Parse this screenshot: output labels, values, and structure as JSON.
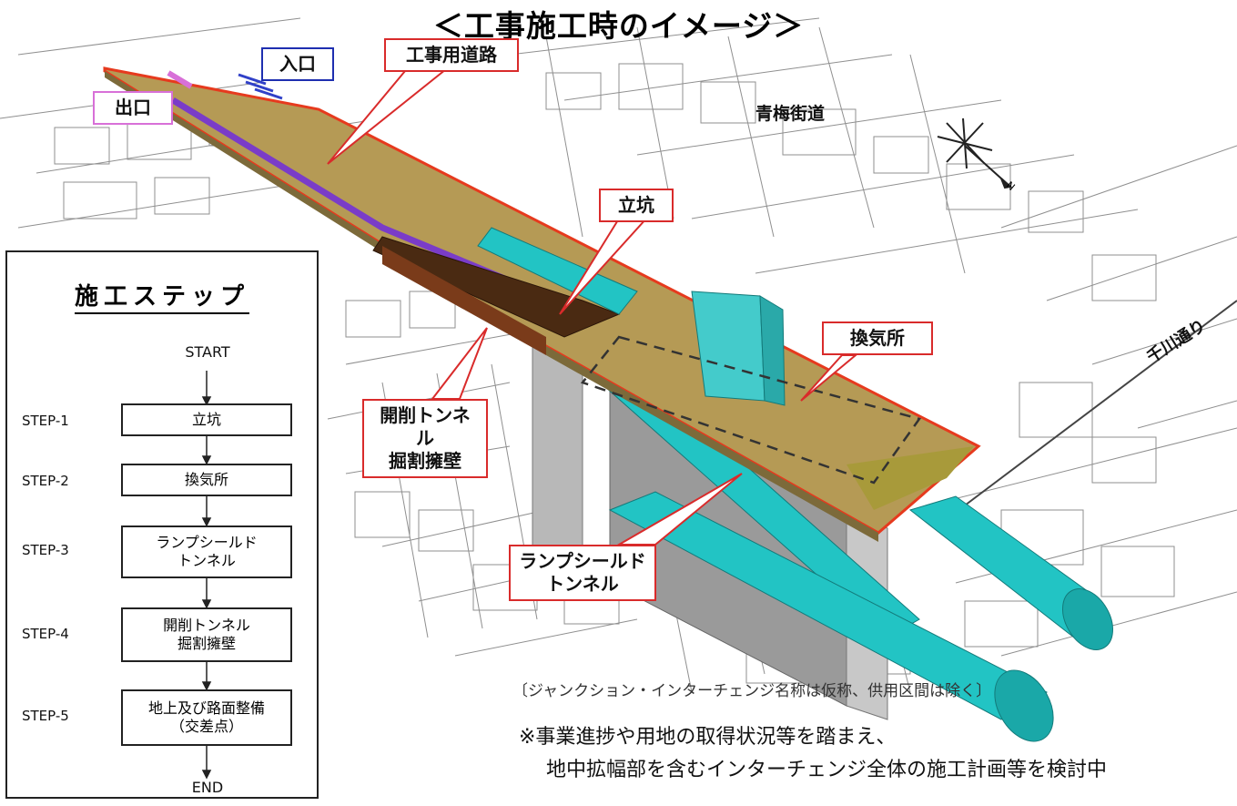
{
  "title": "＜工事施工時のイメージ＞",
  "callouts": {
    "road": "工事用道路",
    "entrance": "入口",
    "exit": "出口",
    "shaft": "立坑",
    "vent": "換気所",
    "cut": "開削トンネル\n掘割擁壁",
    "shield": "ランプシールド\nトンネル"
  },
  "street_labels": {
    "ome": "青梅街道",
    "senkawa": "千川通り"
  },
  "flow": {
    "title": "施工ステップ",
    "start": "START",
    "end": "END",
    "steps": [
      {
        "label": "STEP-1",
        "text": "立坑"
      },
      {
        "label": "STEP-2",
        "text": "換気所"
      },
      {
        "label": "STEP-3",
        "text": "ランプシールド\nトンネル"
      },
      {
        "label": "STEP-4",
        "text": "開削トンネル\n掘割擁壁"
      },
      {
        "label": "STEP-5",
        "text": "地上及び路面整備\n（交差点）"
      }
    ]
  },
  "caption": "〔ジャンクション・インターチェンジ名称は仮称、供用区間は除く〕",
  "notes": [
    "※事業進捗や用地の取得状況等を踏まえ、",
    "地中拡幅部を含むインターチェンジ全体の施工計画等を検討中"
  ],
  "compass_label": "N",
  "colors": {
    "ground": "#b59a55",
    "slab_edge": "#e63a1e",
    "tunnel": "#22c4c4",
    "wall": "#8a8a8a",
    "purple_path": "#7a3cc8",
    "brown_wall": "#7a3b1a",
    "vent_bay": "#a89a3a"
  }
}
